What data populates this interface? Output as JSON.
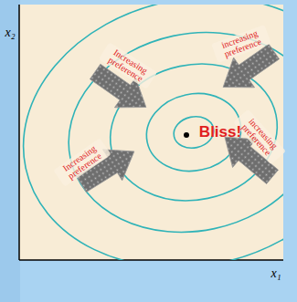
{
  "diagram": {
    "labels": [
      "x₂",
      "x₁",
      "Increasing preference",
      "increasing preference",
      "Increasing preference",
      "increasing preference",
      "Bliss!"
    ]
  }
}
